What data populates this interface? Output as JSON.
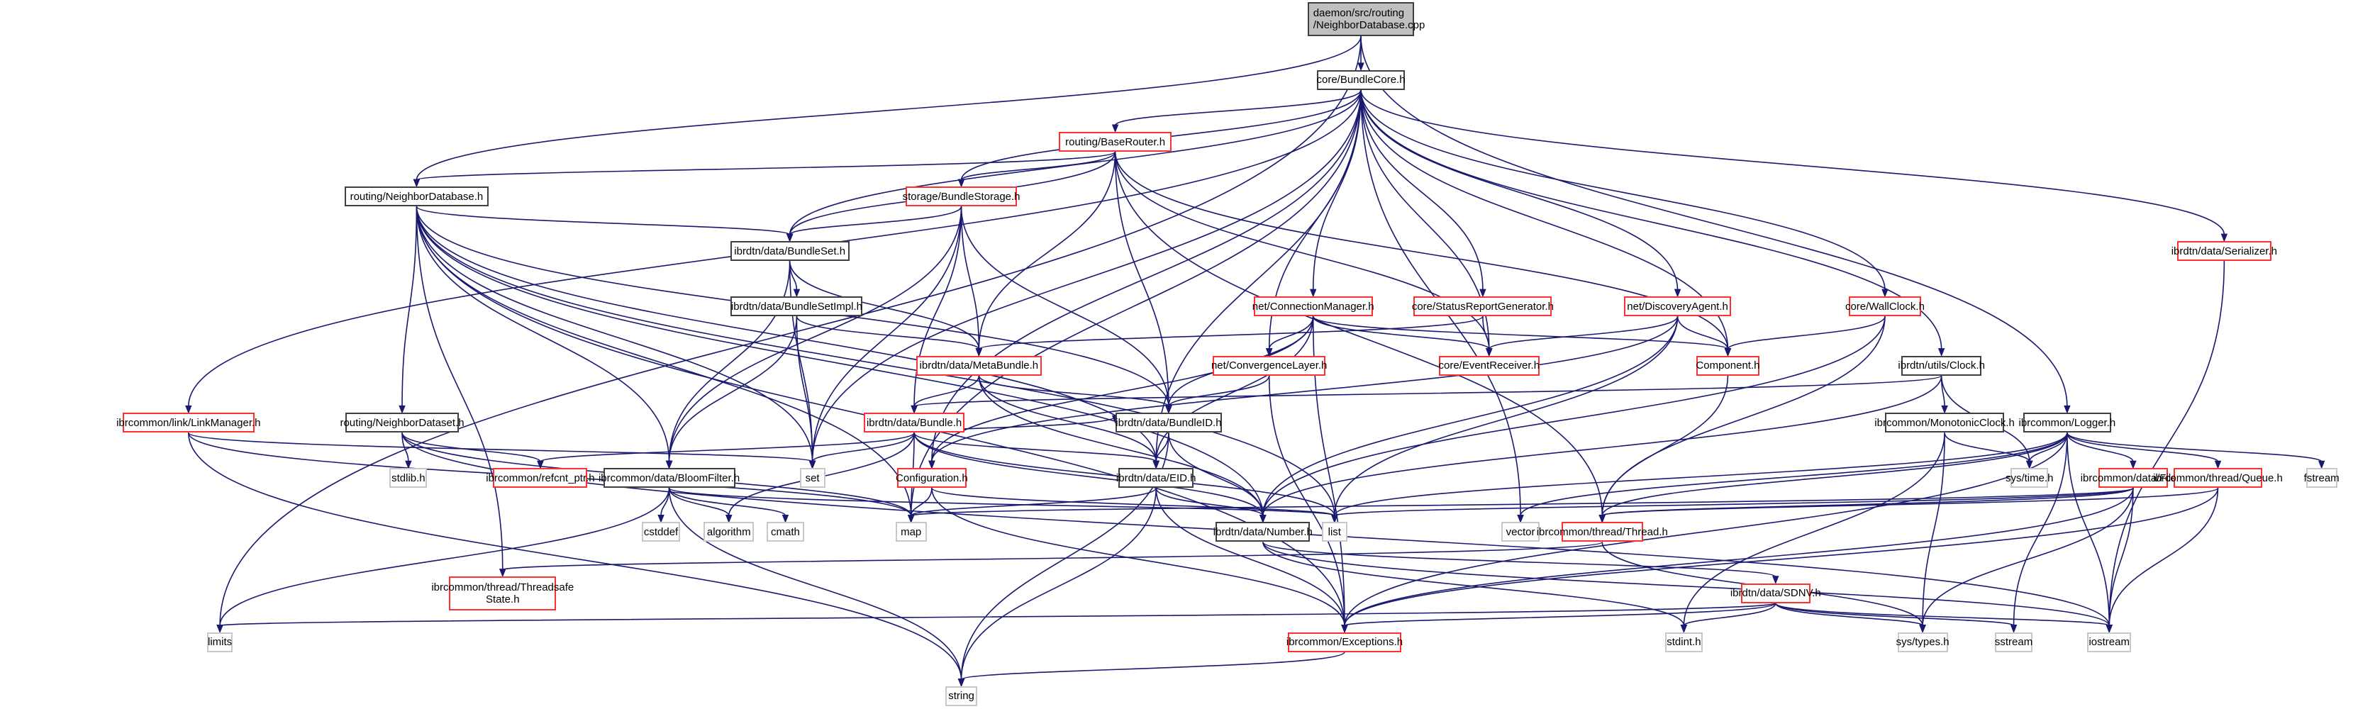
{
  "graph": {
    "title": "daemon/src/routing/NeighborDatabase.cpp include dependency graph",
    "edge_color": "#191970",
    "node_types": {
      "root": {
        "fill": "#bfbfbf",
        "border": "#404040"
      },
      "internal": {
        "fill": "#ffffff",
        "border": "#404040"
      },
      "red": {
        "fill": "#ffffff",
        "border": "#ff3030"
      },
      "sys": {
        "fill": "#ffffff",
        "border": "#c8c8c8"
      }
    },
    "nodes": [
      {
        "id": "root",
        "label": "daemon/src/routing\n/NeighborDatabase.cpp",
        "type": "root"
      },
      {
        "id": "bundlecore",
        "label": "core/BundleCore.h",
        "type": "internal"
      },
      {
        "id": "baserouter",
        "label": "routing/BaseRouter.h",
        "type": "red"
      },
      {
        "id": "neighbordb",
        "label": "routing/NeighborDatabase.h",
        "type": "internal"
      },
      {
        "id": "bundlestorage",
        "label": "storage/BundleStorage.h",
        "type": "red"
      },
      {
        "id": "bundleset",
        "label": "ibrdtn/data/BundleSet.h",
        "type": "internal"
      },
      {
        "id": "bundlesetimpl",
        "label": "ibrdtn/data/BundleSetImpl.h",
        "type": "internal"
      },
      {
        "id": "connmgr",
        "label": "net/ConnectionManager.h",
        "type": "red"
      },
      {
        "id": "statusreport",
        "label": "core/StatusReportGenerator.h",
        "type": "red"
      },
      {
        "id": "discovery",
        "label": "net/DiscoveryAgent.h",
        "type": "red"
      },
      {
        "id": "wallclock",
        "label": "core/WallClock.h",
        "type": "red"
      },
      {
        "id": "serializer",
        "label": "ibrdtn/data/Serializer.h",
        "type": "red"
      },
      {
        "id": "metabundle",
        "label": "ibrdtn/data/MetaBundle.h",
        "type": "red"
      },
      {
        "id": "convlayer",
        "label": "net/ConvergenceLayer.h",
        "type": "red"
      },
      {
        "id": "eventrecv",
        "label": "core/EventReceiver.h",
        "type": "red"
      },
      {
        "id": "component",
        "label": "Component.h",
        "type": "red"
      },
      {
        "id": "clock",
        "label": "ibrdtn/utils/Clock.h",
        "type": "internal"
      },
      {
        "id": "linkmgr",
        "label": "ibrcommon/link/LinkManager.h",
        "type": "red"
      },
      {
        "id": "neighbords",
        "label": "routing/NeighborDataset.h",
        "type": "internal"
      },
      {
        "id": "bundle",
        "label": "ibrdtn/data/Bundle.h",
        "type": "red"
      },
      {
        "id": "bundleid",
        "label": "ibrdtn/data/BundleID.h",
        "type": "internal"
      },
      {
        "id": "monoclock",
        "label": "ibrcommon/MonotonicClock.h",
        "type": "internal"
      },
      {
        "id": "logger",
        "label": "ibrcommon/Logger.h",
        "type": "internal"
      },
      {
        "id": "stdlib",
        "label": "stdlib.h",
        "type": "sys"
      },
      {
        "id": "refcnt",
        "label": "ibrcommon/refcnt_ptr.h",
        "type": "red"
      },
      {
        "id": "bloom",
        "label": "ibrcommon/data/BloomFilter.h",
        "type": "internal"
      },
      {
        "id": "set",
        "label": "set",
        "type": "sys"
      },
      {
        "id": "config",
        "label": "Configuration.h",
        "type": "red"
      },
      {
        "id": "eid",
        "label": "ibrdtn/data/EID.h",
        "type": "internal"
      },
      {
        "id": "systime",
        "label": "sys/time.h",
        "type": "sys"
      },
      {
        "id": "file",
        "label": "ibrcommon/data/File.h",
        "type": "red"
      },
      {
        "id": "queue",
        "label": "ibrcommon/thread/Queue.h",
        "type": "red"
      },
      {
        "id": "fstream",
        "label": "fstream",
        "type": "sys"
      },
      {
        "id": "cstddef",
        "label": "cstddef",
        "type": "sys"
      },
      {
        "id": "algorithm",
        "label": "algorithm",
        "type": "sys"
      },
      {
        "id": "cmath",
        "label": "cmath",
        "type": "sys"
      },
      {
        "id": "map",
        "label": "map",
        "type": "sys"
      },
      {
        "id": "number",
        "label": "ibrdtn/data/Number.h",
        "type": "internal"
      },
      {
        "id": "list",
        "label": "list",
        "type": "sys"
      },
      {
        "id": "vector",
        "label": "vector",
        "type": "sys"
      },
      {
        "id": "thread",
        "label": "ibrcommon/thread/Thread.h",
        "type": "red"
      },
      {
        "id": "tsstate",
        "label": "ibrcommon/thread/Threadsafe\nState.h",
        "type": "red"
      },
      {
        "id": "sdnv",
        "label": "ibrdtn/data/SDNV.h",
        "type": "red"
      },
      {
        "id": "limits",
        "label": "limits",
        "type": "sys"
      },
      {
        "id": "exceptions",
        "label": "ibrcommon/Exceptions.h",
        "type": "red"
      },
      {
        "id": "stdint",
        "label": "stdint.h",
        "type": "sys"
      },
      {
        "id": "systypes",
        "label": "sys/types.h",
        "type": "sys"
      },
      {
        "id": "sstream",
        "label": "sstream",
        "type": "sys"
      },
      {
        "id": "iostream",
        "label": "iostream",
        "type": "sys"
      },
      {
        "id": "string",
        "label": "string",
        "type": "sys"
      }
    ],
    "edges": [
      [
        "root",
        "bundlecore"
      ],
      [
        "root",
        "neighbordb"
      ],
      [
        "root",
        "logger"
      ],
      [
        "root",
        "limits"
      ],
      [
        "bundlecore",
        "baserouter"
      ],
      [
        "bundlecore",
        "bundlestorage"
      ],
      [
        "bundlecore",
        "connmgr"
      ],
      [
        "bundlecore",
        "statusreport"
      ],
      [
        "bundlecore",
        "discovery"
      ],
      [
        "bundlecore",
        "wallclock"
      ],
      [
        "bundlecore",
        "serializer"
      ],
      [
        "bundlecore",
        "eventrecv"
      ],
      [
        "bundlecore",
        "component"
      ],
      [
        "bundlecore",
        "clock"
      ],
      [
        "bundlecore",
        "linkmgr"
      ],
      [
        "bundlecore",
        "config"
      ],
      [
        "bundlecore",
        "convlayer"
      ],
      [
        "bundlecore",
        "eid"
      ],
      [
        "bundlecore",
        "set"
      ],
      [
        "bundlecore",
        "map"
      ],
      [
        "bundlecore",
        "vector"
      ],
      [
        "bundlecore",
        "bundleset"
      ],
      [
        "baserouter",
        "neighbordb"
      ],
      [
        "baserouter",
        "bundlestorage"
      ],
      [
        "baserouter",
        "bundleset"
      ],
      [
        "baserouter",
        "metabundle"
      ],
      [
        "baserouter",
        "bundleid"
      ],
      [
        "baserouter",
        "eventrecv"
      ],
      [
        "baserouter",
        "component"
      ],
      [
        "baserouter",
        "thread"
      ],
      [
        "neighbordb",
        "bundleset"
      ],
      [
        "neighbordb",
        "neighbords"
      ],
      [
        "neighbordb",
        "bloom"
      ],
      [
        "neighbordb",
        "bundleid"
      ],
      [
        "neighbordb",
        "eid"
      ],
      [
        "neighbordb",
        "map"
      ],
      [
        "neighbordb",
        "set"
      ],
      [
        "neighbordb",
        "tsstate"
      ],
      [
        "neighbordb",
        "exceptions"
      ],
      [
        "neighbordb",
        "number"
      ],
      [
        "neighbordb",
        "list"
      ],
      [
        "bundlestorage",
        "bundleset"
      ],
      [
        "bundlestorage",
        "metabundle"
      ],
      [
        "bundlestorage",
        "bundleid"
      ],
      [
        "bundlestorage",
        "bundle"
      ],
      [
        "bundlestorage",
        "set"
      ],
      [
        "bundlestorage",
        "bloom"
      ],
      [
        "bundleset",
        "bundlesetimpl"
      ],
      [
        "bundleset",
        "metabundle"
      ],
      [
        "bundleset",
        "bloom"
      ],
      [
        "bundleset",
        "set"
      ],
      [
        "bundlesetimpl",
        "metabundle"
      ],
      [
        "bundlesetimpl",
        "bloom"
      ],
      [
        "bundlesetimpl",
        "set"
      ],
      [
        "connmgr",
        "convlayer"
      ],
      [
        "connmgr",
        "eventrecv"
      ],
      [
        "connmgr",
        "component"
      ],
      [
        "connmgr",
        "bundleid"
      ],
      [
        "connmgr",
        "eid"
      ],
      [
        "connmgr",
        "exceptions"
      ],
      [
        "connmgr",
        "config"
      ],
      [
        "statusreport",
        "eventrecv"
      ],
      [
        "statusreport",
        "metabundle"
      ],
      [
        "discovery",
        "eventrecv"
      ],
      [
        "discovery",
        "component"
      ],
      [
        "discovery",
        "number"
      ],
      [
        "discovery",
        "list"
      ],
      [
        "discovery",
        "config"
      ],
      [
        "wallclock",
        "component"
      ],
      [
        "wallclock",
        "thread"
      ],
      [
        "wallclock",
        "number"
      ],
      [
        "serializer",
        "iostream"
      ],
      [
        "metabundle",
        "bundle"
      ],
      [
        "metabundle",
        "bundleid"
      ],
      [
        "metabundle",
        "eid"
      ],
      [
        "metabundle",
        "number"
      ],
      [
        "convlayer",
        "bundleid"
      ],
      [
        "convlayer",
        "exceptions"
      ],
      [
        "component",
        "thread"
      ],
      [
        "clock",
        "bundle"
      ],
      [
        "clock",
        "monoclock"
      ],
      [
        "clock",
        "systime"
      ],
      [
        "clock",
        "number"
      ],
      [
        "linkmgr",
        "set"
      ],
      [
        "linkmgr",
        "map"
      ],
      [
        "linkmgr",
        "string"
      ],
      [
        "neighbords",
        "stdlib"
      ],
      [
        "neighbords",
        "refcnt"
      ],
      [
        "neighbords",
        "map"
      ],
      [
        "neighbords",
        "iostream"
      ],
      [
        "bundle",
        "bundleid"
      ],
      [
        "bundle",
        "eid"
      ],
      [
        "bundle",
        "refcnt"
      ],
      [
        "bundle",
        "set"
      ],
      [
        "bundle",
        "map"
      ],
      [
        "bundle",
        "list"
      ],
      [
        "bundle",
        "algorithm"
      ],
      [
        "bundle",
        "number"
      ],
      [
        "bundleid",
        "eid"
      ],
      [
        "bundleid",
        "number"
      ],
      [
        "bundleid",
        "string"
      ],
      [
        "monoclock",
        "systime"
      ],
      [
        "monoclock",
        "stdint"
      ],
      [
        "monoclock",
        "systypes"
      ],
      [
        "logger",
        "systime"
      ],
      [
        "logger",
        "file"
      ],
      [
        "logger",
        "queue"
      ],
      [
        "logger",
        "fstream"
      ],
      [
        "logger",
        "thread"
      ],
      [
        "logger",
        "sstream"
      ],
      [
        "logger",
        "iostream"
      ],
      [
        "logger",
        "list"
      ],
      [
        "logger",
        "exceptions"
      ],
      [
        "logger",
        "vector"
      ],
      [
        "bloom",
        "cstddef"
      ],
      [
        "bloom",
        "algorithm"
      ],
      [
        "bloom",
        "cmath"
      ],
      [
        "bloom",
        "string"
      ],
      [
        "bloom",
        "list"
      ],
      [
        "bloom",
        "limits"
      ],
      [
        "config",
        "map"
      ],
      [
        "config",
        "exceptions"
      ],
      [
        "config",
        "list"
      ],
      [
        "eid",
        "number"
      ],
      [
        "eid",
        "string"
      ],
      [
        "eid",
        "map"
      ],
      [
        "eid",
        "exceptions"
      ],
      [
        "file",
        "list"
      ],
      [
        "file",
        "map"
      ],
      [
        "file",
        "thread"
      ],
      [
        "file",
        "exceptions"
      ],
      [
        "file",
        "systypes"
      ],
      [
        "file",
        "iostream"
      ],
      [
        "queue",
        "thread"
      ],
      [
        "queue",
        "exceptions"
      ],
      [
        "queue",
        "iostream"
      ],
      [
        "number",
        "sdnv"
      ],
      [
        "number",
        "stdint"
      ],
      [
        "number",
        "iostream"
      ],
      [
        "thread",
        "tsstate"
      ],
      [
        "thread",
        "systypes"
      ],
      [
        "sdnv",
        "exceptions"
      ],
      [
        "sdnv",
        "stdint"
      ],
      [
        "sdnv",
        "systypes"
      ],
      [
        "sdnv",
        "sstream"
      ],
      [
        "sdnv",
        "iostream"
      ],
      [
        "sdnv",
        "limits"
      ],
      [
        "exceptions",
        "string"
      ]
    ]
  }
}
